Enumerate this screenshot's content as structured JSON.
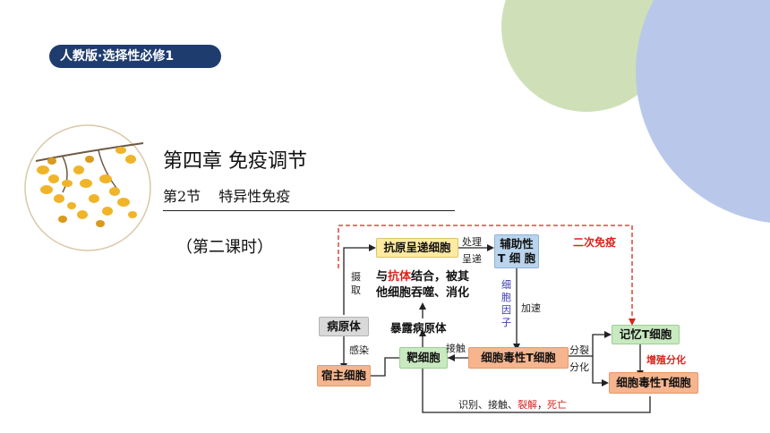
{
  "header": {
    "badge": "人教版·选择性必修1"
  },
  "title": {
    "chapter": "第四章  免疫调节",
    "section_num": "第2节",
    "section_name": "特异性免疫",
    "lesson": "（第二课时）"
  },
  "diagram": {
    "antigen_presenting": "抗原呈递细胞",
    "helper_t": "辅助性\nT 细 胞",
    "pathogen": "病原体",
    "host_cell": "宿主细胞",
    "target_cell": "靶细胞",
    "cytotoxic_t": "细胞毒性T细胞",
    "memory_t": "记忆T细胞",
    "cytotoxic_t2": "细胞毒性T细胞",
    "lbl_process": "处理",
    "lbl_present": "呈递",
    "lbl_uptake": "摄\n取",
    "lbl_infect": "感染",
    "lbl_cytokine": "细\n胞\n因\n子",
    "lbl_accelerate": "加速",
    "lbl_contact": "接触",
    "lbl_divide": "分裂",
    "lbl_differentiate": "分化",
    "lbl_proliferate": "增殖分化",
    "lbl_secondary": "二次免疫",
    "expose": "暴露病原体",
    "antibody_line1_a": "与",
    "antibody_line1_b": "抗体",
    "antibody_line1_c": "结合，被其",
    "antibody_line2": "他细胞吞噬、消化",
    "bottom_a": "识别、接触、",
    "bottom_b": "裂解",
    "bottom_c": "，",
    "bottom_d": "死亡"
  },
  "colors": {
    "badge": "#1f3c6e",
    "circle_green": "#cfe0b8",
    "circle_blue": "#b9c8ea",
    "accent_red": "#d6261c"
  }
}
